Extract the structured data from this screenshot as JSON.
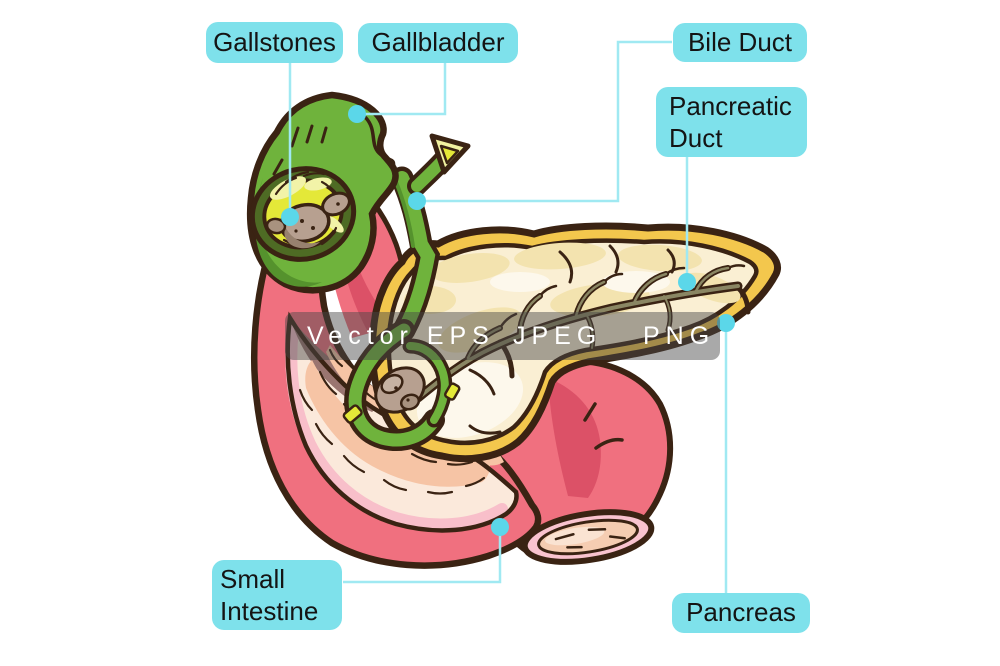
{
  "labels": {
    "gallstones": {
      "text": "Gallstones"
    },
    "gallbladder": {
      "text": "Gallbladder"
    },
    "bile_duct": {
      "text": "Bile Duct"
    },
    "pancreatic_duct": {
      "line1": "Pancreatic",
      "line2": "Duct"
    },
    "small_intestine": {
      "line1": "Small",
      "line2": "Intestine"
    },
    "pancreas": {
      "text": "Pancreas"
    }
  },
  "watermark": {
    "items": [
      "Vector EPS",
      "JPEG",
      "PNG"
    ]
  },
  "colors": {
    "label_background": "#7EE1EB",
    "label_text": "#141414",
    "leader_line": "#A0E9F2",
    "callout_dot": "#5BD7E9",
    "outline": "#3A2313",
    "intestine_pink": "#F0707F",
    "intestine_pink_dark": "#DC5167",
    "intestine_rim_pink": "#F8BFCA",
    "intestine_fold_peach": "#F6C4A5",
    "intestine_fold_cream": "#FBE9DB",
    "gallbladder_green": "#6FB33C",
    "gallbladder_green_dark": "#55922D",
    "gallbladder_ring_dark_green": "#4E6B24",
    "bile_yellow": "#E4E838",
    "bile_yellow_pale": "#F2F3A8",
    "gallstone_tan": "#B7A090",
    "gallstone_tan_dark": "#97816E",
    "pancreas_gold": "#F3C74D",
    "pancreas_cream": "#FAEFD3",
    "pancreas_pale_patch": "#F3E3AF",
    "duct_olive": "#8A8663",
    "watermark_bar": "rgba(72,72,72,0.47)",
    "watermark_text": "#FFFFFF"
  }
}
